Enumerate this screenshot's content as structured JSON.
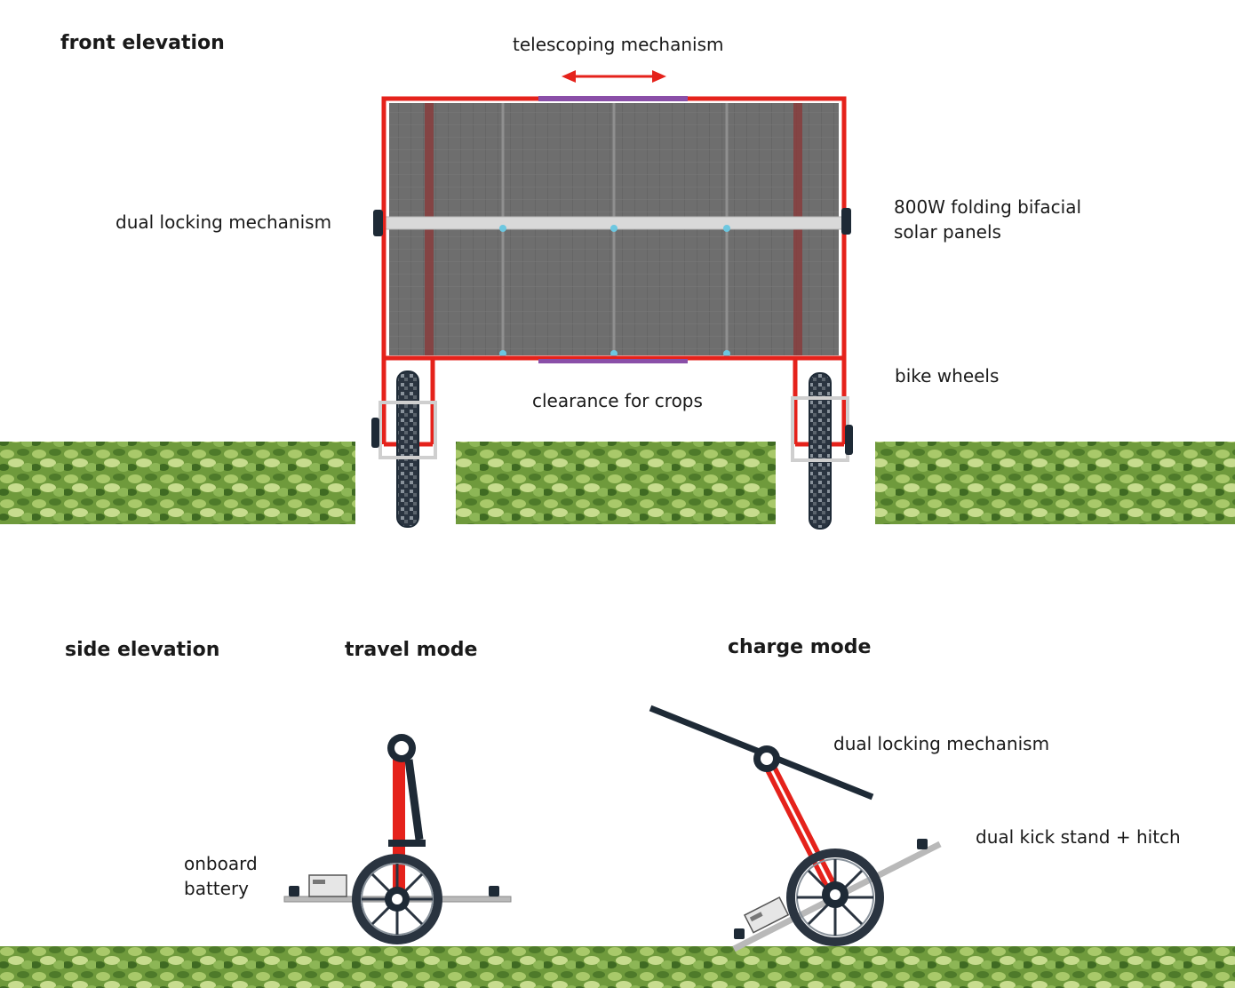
{
  "front": {
    "title": "front elevation",
    "telescoping": "telescoping mechanism",
    "locking": "dual locking mechanism",
    "panels_line1": "800W folding bifacial",
    "panels_line2": "solar panels",
    "wheels": "bike wheels",
    "clearance": "clearance for crops"
  },
  "side": {
    "title": "side elevation",
    "travel": "travel mode",
    "charge": "charge mode",
    "battery_line1": "onboard",
    "battery_line2": "battery",
    "locking": "dual locking mechanism",
    "kickstand": "dual kick stand + hitch"
  },
  "colors": {
    "frame": "#e5221b",
    "panel": "#6e6e6e",
    "foliage": "#6f9a3c",
    "bar": "#1e2a36"
  }
}
